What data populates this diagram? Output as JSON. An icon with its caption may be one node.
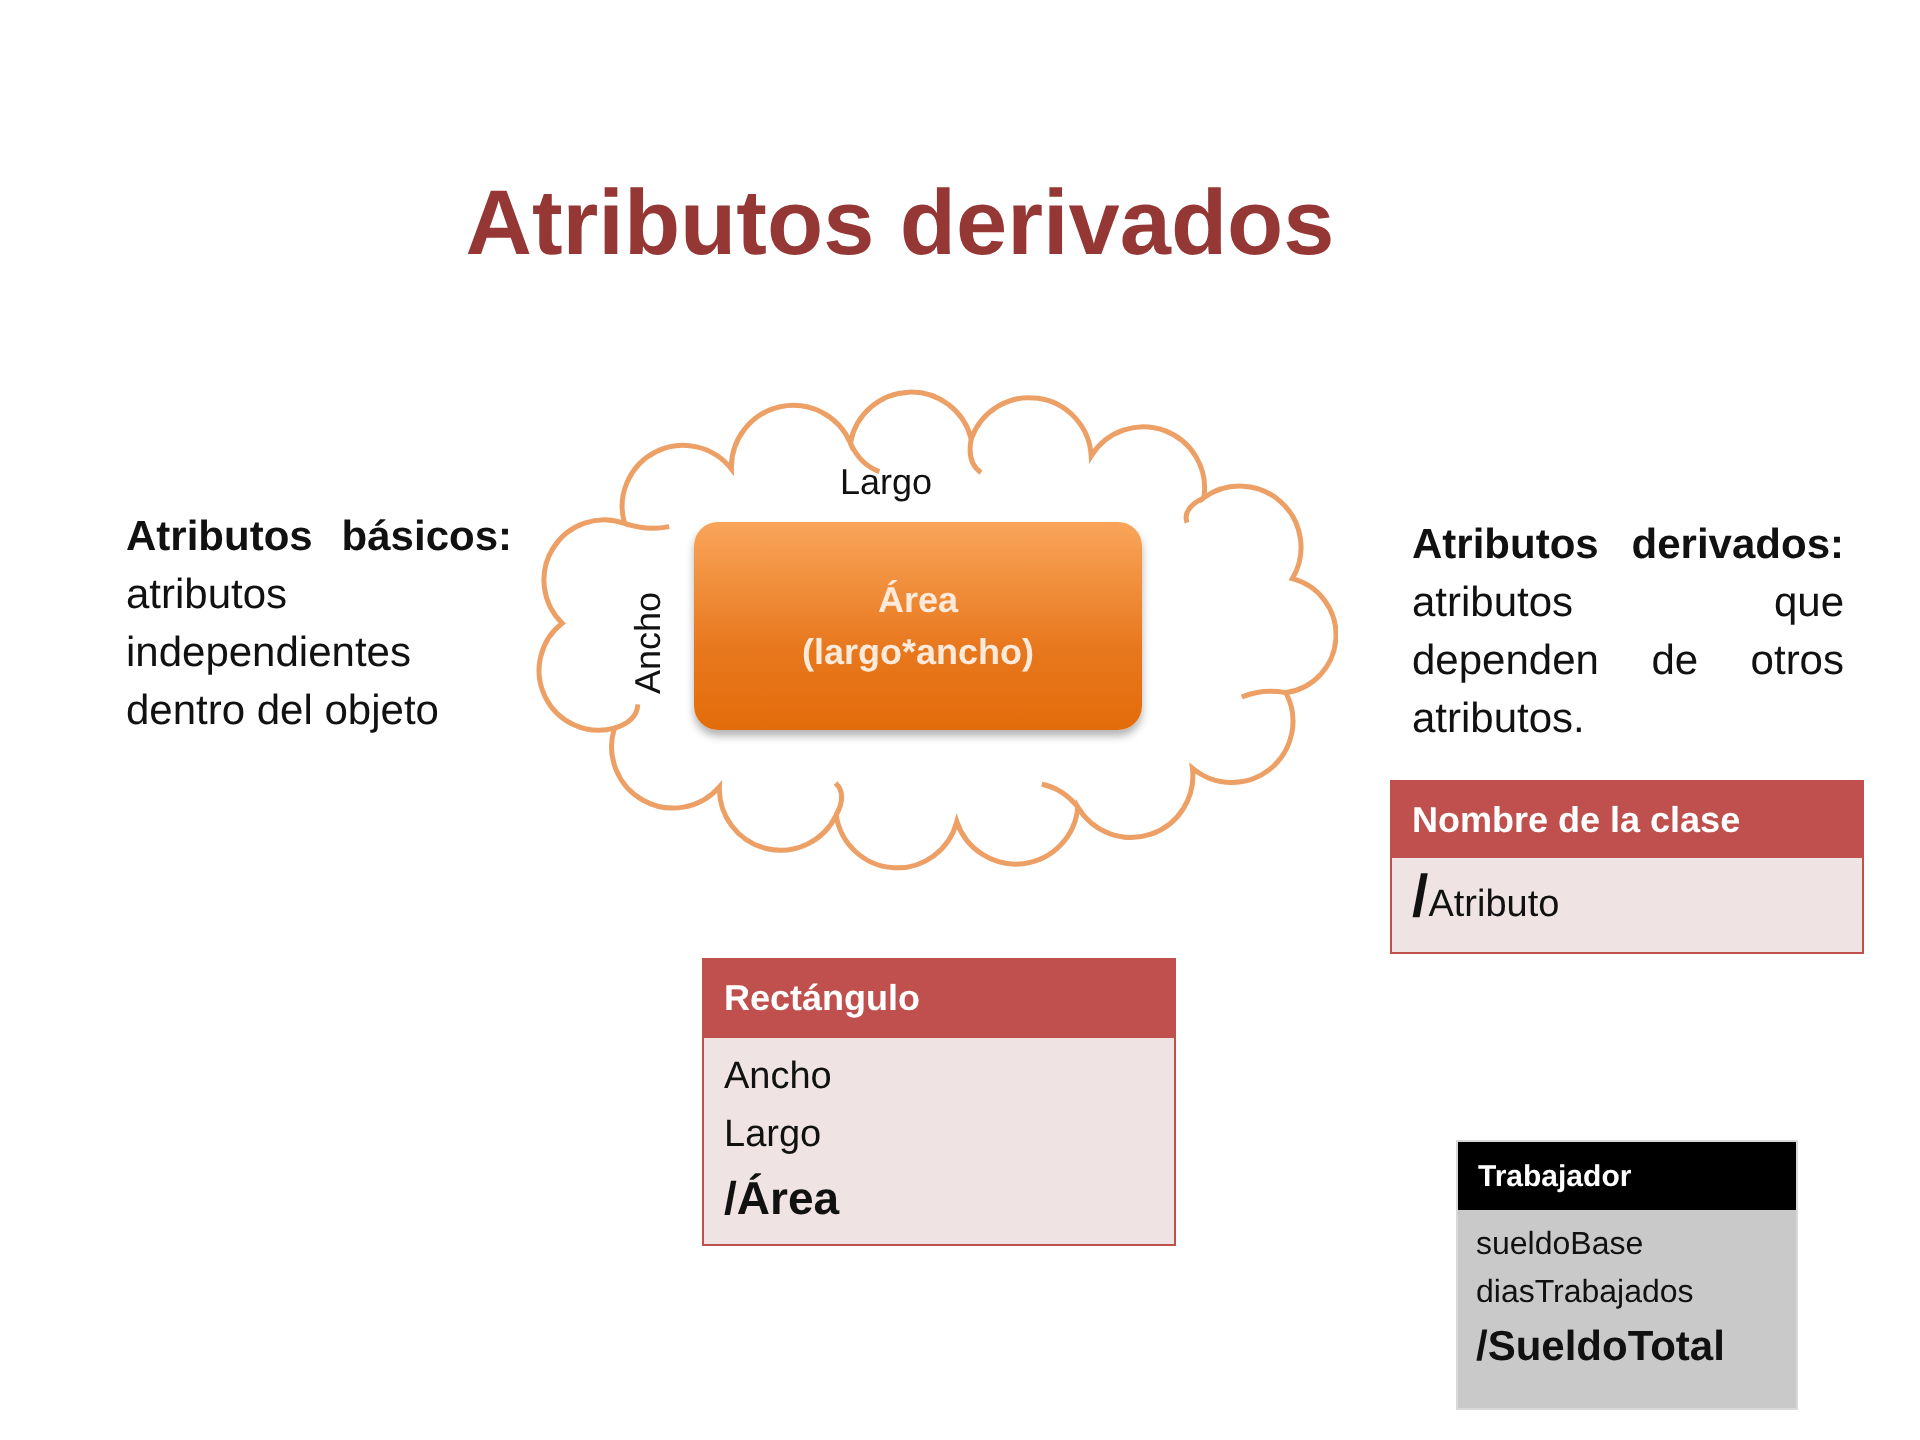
{
  "diagram": {
    "title": "Atributos derivados",
    "nodes": [
      {
        "text": [
          "Largo",
          "Ancho"
        ]
      },
      {
        "text": [
          "Área (largo*ancho)"
        ],
        "in": 0
      },
      {
        "text": [
          "Nombre de la clase",
          "**/**Atributo"
        ]
      },
      {
        "text": [
          "Rectángulo",
          "Ancho",
          "Largo",
          "/Área"
        ]
      },
      {
        "text": [
          "Trabajador",
          "sueldoBase",
          "diasTrabajados",
          "/SueldoTotal"
        ]
      }
    ],
    "labels": [
      "**Atributos básicos:** atributos independientes dentro del objeto",
      "**Atributos derivados:** atributos que dependen de otros atributos."
    ]
  }
}
